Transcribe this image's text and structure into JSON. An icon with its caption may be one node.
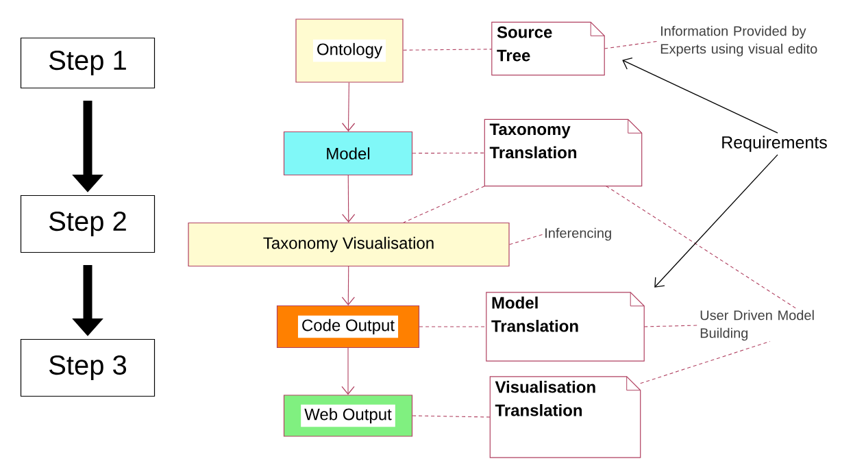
{
  "diagram": {
    "nodes": [
      {
        "text": [
          "Step 1"
        ]
      },
      {
        "text": [
          "Step 2"
        ]
      },
      {
        "text": [
          "Step 3"
        ]
      },
      {
        "text": [
          "Ontology"
        ]
      },
      {
        "text": [
          "Model"
        ]
      },
      {
        "text": [
          "Taxonomy Visualisation"
        ]
      },
      {
        "text": [
          "Code Output"
        ]
      },
      {
        "text": [
          "Web Output"
        ]
      },
      {
        "text": [
          "Source Tree"
        ]
      },
      {
        "text": [
          "Taxonomy Translation"
        ]
      },
      {
        "text": [
          "Model Translation"
        ]
      },
      {
        "text": [
          "Visualisation Translation"
        ]
      },
      {
        "text": [
          "Information Provided by Experts using visual edito"
        ]
      },
      {
        "text": [
          "Inferencing"
        ]
      },
      {
        "text": [
          "User Driven Model Building"
        ]
      },
      {
        "text": [
          "Requirements"
        ]
      }
    ],
    "edges": [
      {
        "from": 0,
        "to": 1,
        "arrow": "to",
        "style": "thick",
        "color": "#000000"
      },
      {
        "from": 1,
        "to": 2,
        "arrow": "to",
        "style": "thick",
        "color": "#000000"
      },
      {
        "from": 3,
        "to": 4,
        "arrow": "to"
      },
      {
        "from": 4,
        "to": 5,
        "arrow": "to"
      },
      {
        "from": 5,
        "to": 6,
        "arrow": "to"
      },
      {
        "from": 6,
        "to": 7,
        "arrow": "to"
      },
      {
        "from": 3,
        "to": 8,
        "arrow": "none",
        "style": "dashed"
      },
      {
        "from": 8,
        "to": 12,
        "arrow": "none",
        "style": "dashed"
      },
      {
        "from": 4,
        "to": 9,
        "arrow": "none",
        "style": "dashed"
      },
      {
        "from": 9,
        "to": 5,
        "arrow": "none",
        "style": "dashed"
      },
      {
        "from": 5,
        "to": 13,
        "arrow": "none",
        "style": "dashed"
      },
      {
        "from": 9,
        "to": 14,
        "arrow": "none",
        "style": "dashed"
      },
      {
        "from": 6,
        "to": 10,
        "arrow": "none",
        "style": "dashed"
      },
      {
        "from": 10,
        "to": 14,
        "arrow": "none",
        "style": "dashed"
      },
      {
        "from": 7,
        "to": 11,
        "arrow": "none",
        "style": "dashed"
      },
      {
        "from": 11,
        "to": 14,
        "arrow": "none",
        "style": "dashed"
      },
      {
        "from": 15,
        "to": 8,
        "arrow": "to",
        "color": "#000000"
      },
      {
        "from": 15,
        "to": 10,
        "arrow": "to",
        "color": "#000000"
      }
    ]
  }
}
